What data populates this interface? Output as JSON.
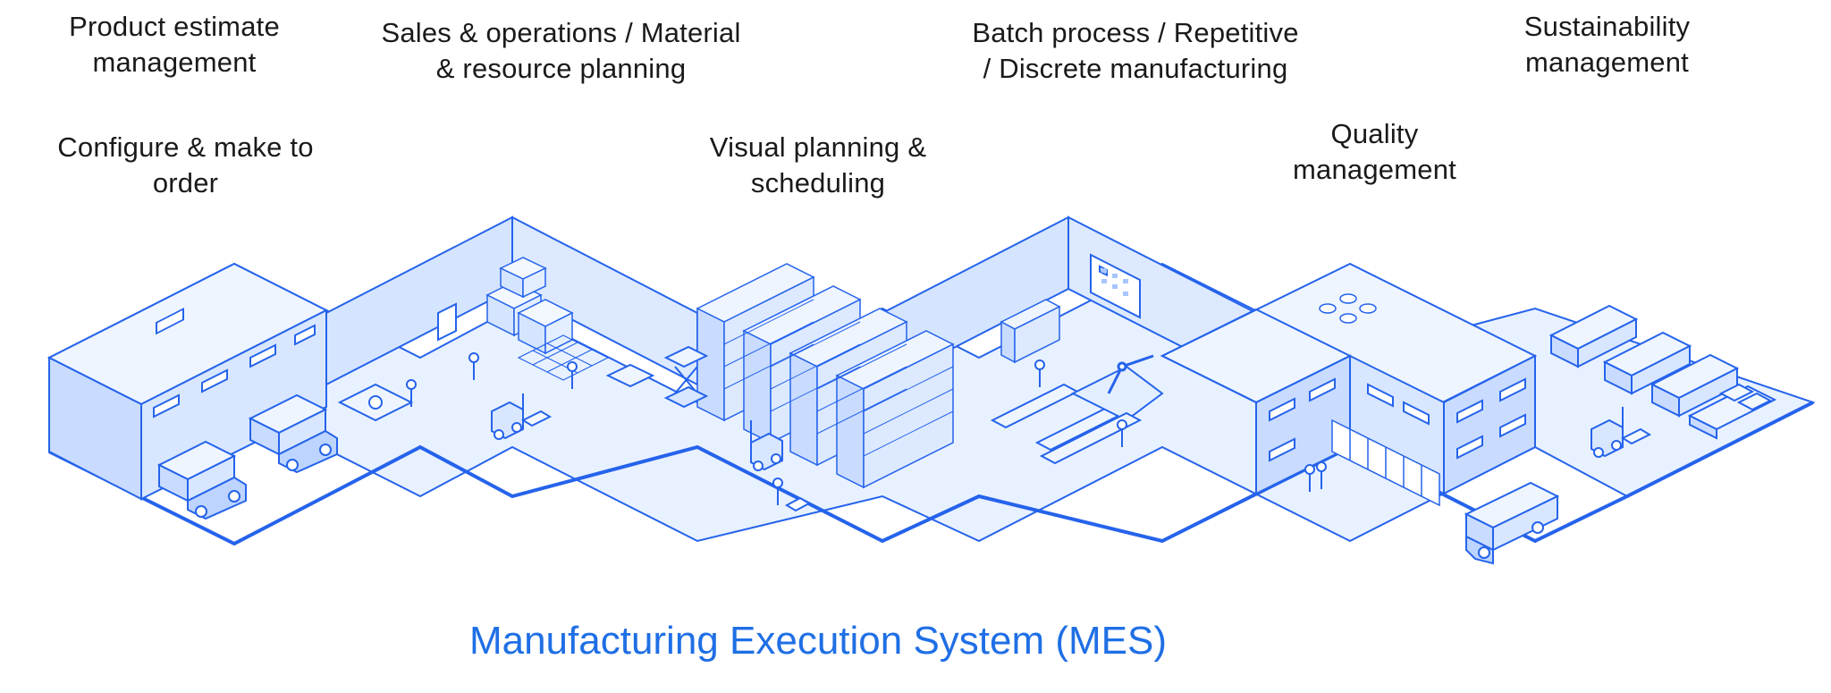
{
  "labels": {
    "product_estimate": "Product estimate\nmanagement",
    "configure_order": "Configure & make to\norder",
    "sales_operations": "Sales & operations  / Material\n& resource planning",
    "visual_planning": "Visual planning &\nscheduling",
    "batch_process": "Batch process / Repetitive\n/ Discrete manufacturing",
    "quality": "Quality\nmanagement",
    "sustainability": "Sustainability\nmanagement"
  },
  "caption": "Manufacturing Execution System (MES)",
  "colors": {
    "outline": "#2563eb",
    "floor": "#e8f1ff",
    "wall": "#d5e5ff",
    "wall_dark": "#bcd4ff",
    "caption": "#1f6fe5"
  },
  "icons": [
    "truck-icon",
    "forklift-icon",
    "shelving-rack-icon",
    "box-stack-icon",
    "conveyor-icon",
    "robot-arm-icon",
    "worker-icon",
    "planning-board-icon"
  ]
}
